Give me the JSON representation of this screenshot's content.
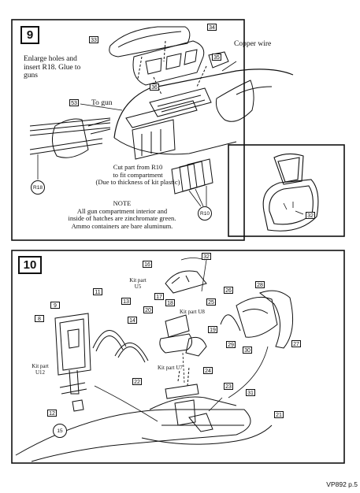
{
  "step9": {
    "number": "9",
    "notes": {
      "enlarge": [
        "Enlarge holes and",
        "insert R18. Glue to",
        "guns"
      ],
      "to_gun": "To gun",
      "copper": "Copper wire",
      "cut": [
        "Cut part from R10",
        "to fit compartment",
        "(Due to thickness of kit plastic)"
      ],
      "note": [
        "NOTE",
        "All gun compartment interior and",
        "inside of hatches are zinchromate green.",
        "Ammo containers are bare aluminum."
      ]
    },
    "callouts": [
      "33",
      "34",
      "35",
      "36",
      "53"
    ],
    "circles": [
      "R18",
      "R10"
    ]
  },
  "step9b": {
    "callouts": [
      "32"
    ]
  },
  "step10": {
    "number": "10",
    "callouts": [
      "32",
      "16",
      "17",
      "18",
      "11",
      "13",
      "14",
      "9",
      "8",
      "20",
      "19",
      "25",
      "26",
      "28",
      "27",
      "29",
      "30",
      "24",
      "22",
      "23",
      "31",
      "21",
      "12"
    ],
    "circles": [
      "15"
    ],
    "kit_parts": {
      "u5": [
        "Kit part",
        "U5"
      ],
      "u8": "Kit part U8",
      "u7": "Kit part U7",
      "u12": [
        "Kit part",
        "U12"
      ]
    }
  },
  "footer": "VP892 p.5"
}
